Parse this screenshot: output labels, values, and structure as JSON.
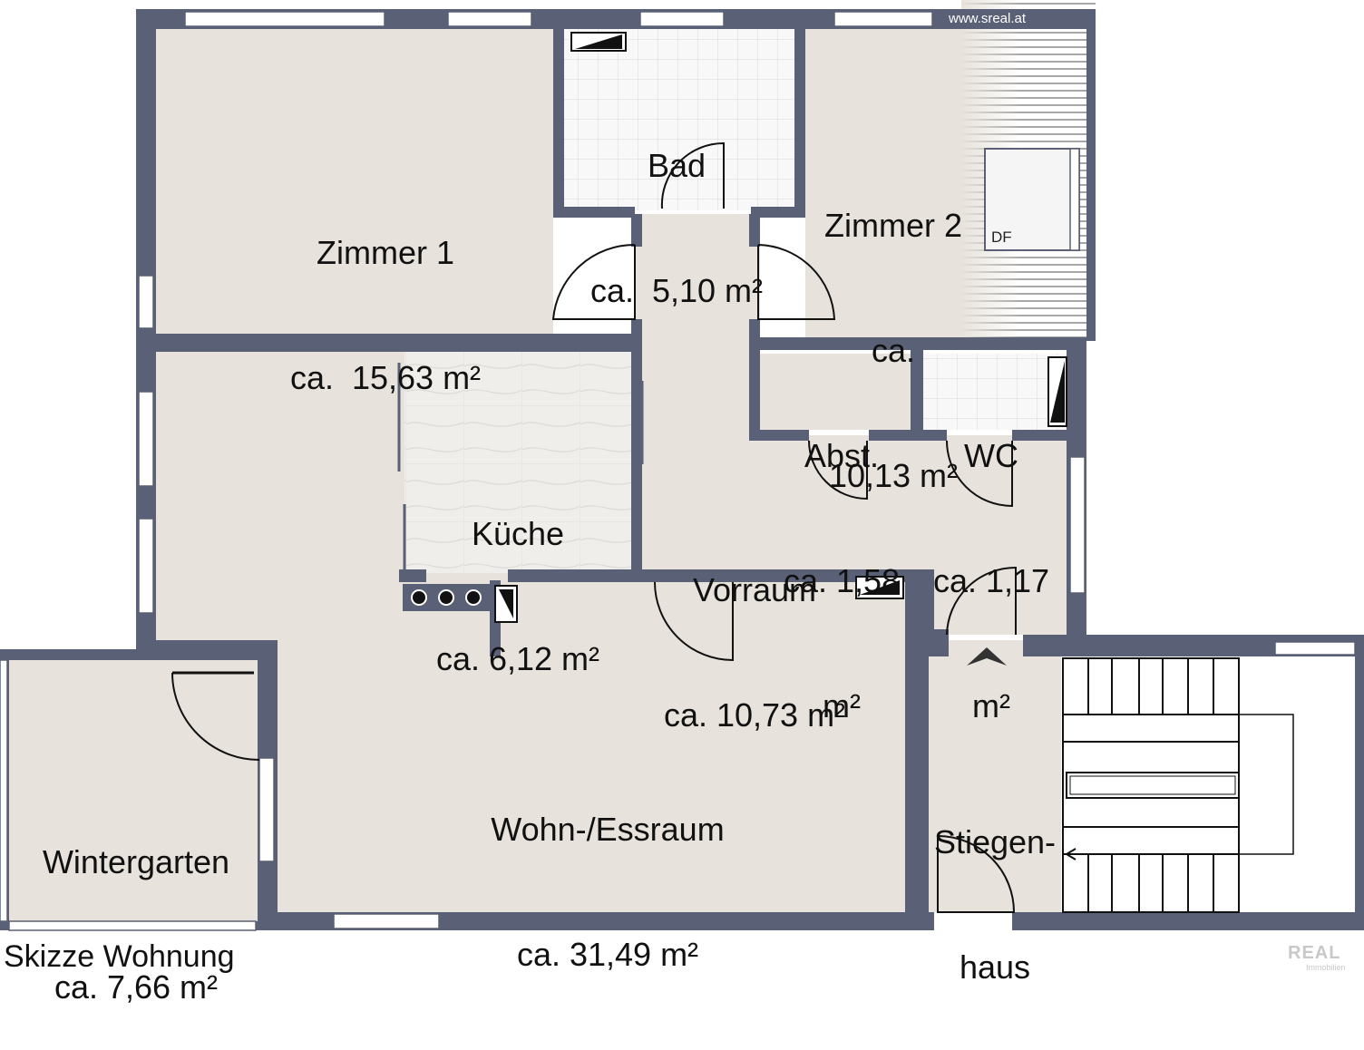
{
  "watermark": "www.sreal.at",
  "caption": "Skizze Wohnung",
  "logo": {
    "text": "REAL",
    "subtext": "Immobilien"
  },
  "skylight_label": "DF",
  "colors": {
    "wall": "#5a6075",
    "floor": "#e7e3dc",
    "tile_floor": "#f7f7f7",
    "kitchen_floor": "#ecebe6",
    "window_glass": "#ffffff",
    "text": "#111111"
  },
  "rooms": {
    "zimmer1": {
      "name": "Zimmer 1",
      "area": "ca.  15,63 m²"
    },
    "bad": {
      "name": "Bad",
      "area": "ca.  5,10 m²"
    },
    "zimmer2": {
      "name": "Zimmer 2",
      "area_line1": "ca.",
      "area_line2": "10,13 m²"
    },
    "abst": {
      "name": "Abst.",
      "area_line1": "ca. 1,58",
      "area_line2": "m²"
    },
    "wc": {
      "name": "WC",
      "area_line1": "ca. 1,17",
      "area_line2": "m²"
    },
    "kueche": {
      "name": "Küche",
      "area": "ca. 6,12 m²"
    },
    "vorraum": {
      "name": "Vorraum",
      "area": "ca. 10,73 m²"
    },
    "wohnraum": {
      "name": "Wohn-/Essraum",
      "area": "ca. 31,49 m²"
    },
    "wintergarten": {
      "name": "Wintergarten",
      "area": "ca. 7,66 m²"
    },
    "stiegenhaus": {
      "name_line1": "Stiegen-",
      "name_line2": "haus"
    }
  }
}
